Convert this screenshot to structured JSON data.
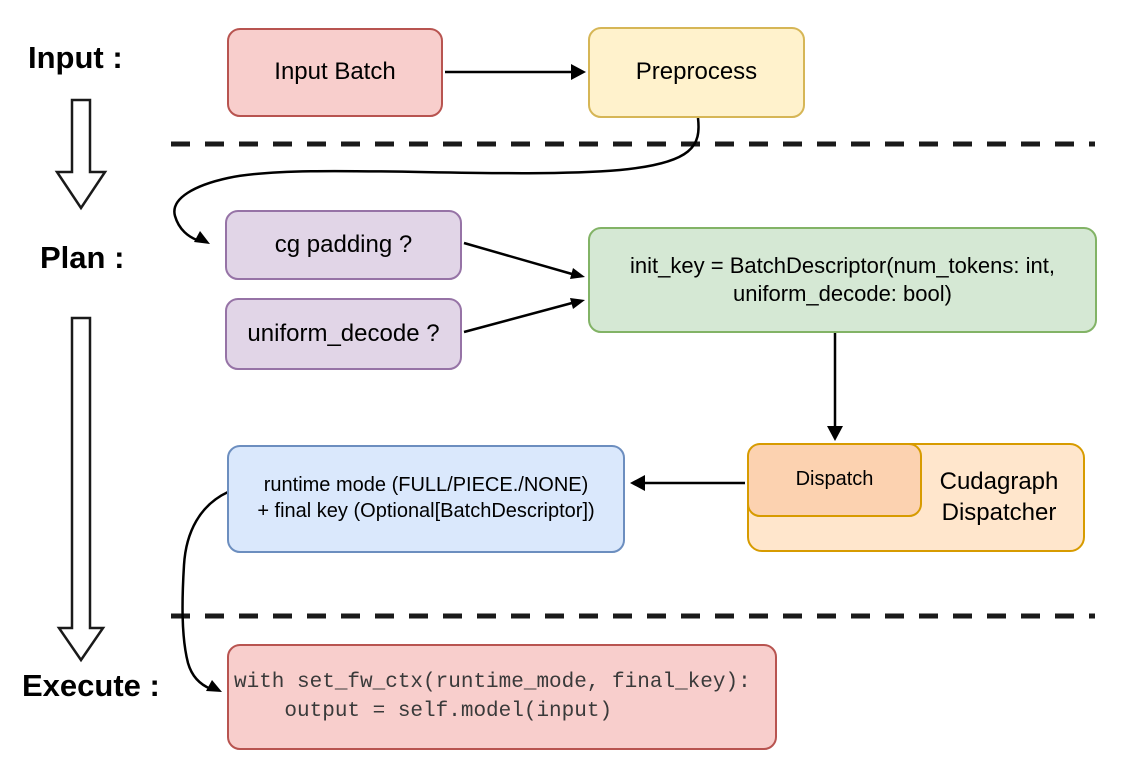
{
  "labels": {
    "input": "Input :",
    "plan": "Plan :",
    "execute": "Execute :"
  },
  "nodes": {
    "input_batch": {
      "label": "Input Batch"
    },
    "preprocess": {
      "label": "Preprocess"
    },
    "cg_padding": {
      "label": "cg padding ?"
    },
    "uniform_decode": {
      "label": "uniform_decode ?"
    },
    "init_key": {
      "lines": [
        "init_key = BatchDescriptor(num_tokens: int,",
        "uniform_decode: bool)"
      ]
    },
    "dispatch": {
      "label": "Dispatch"
    },
    "cudagraph_dispatcher": {
      "label": "Cudagraph Dispatcher"
    },
    "runtime_mode": {
      "lines": [
        "runtime mode (FULL/PIECE./NONE)",
        "+ final key (Optional[BatchDescriptor])"
      ]
    },
    "execute_code": {
      "code": "with set_fw_ctx(runtime_mode, final_key):\n    output = self.model(input)"
    }
  },
  "palette": {
    "red_fill": "#f8cecc",
    "red_stroke": "#b85450",
    "yellow_fill": "#fff2cc",
    "yellow_stroke": "#d6b656",
    "purple_fill": "#e1d5e7",
    "purple_stroke": "#9673a6",
    "green_fill": "#d5e8d4",
    "green_stroke": "#82b366",
    "orange_fill": "#ffe6cc",
    "orange_stroke": "#d79b00",
    "peach_fill": "#fcd2b0",
    "blue_fill": "#dae8fc",
    "blue_stroke": "#6c8ebf",
    "connector": "#000000",
    "code_text": "#3a3a3a"
  }
}
